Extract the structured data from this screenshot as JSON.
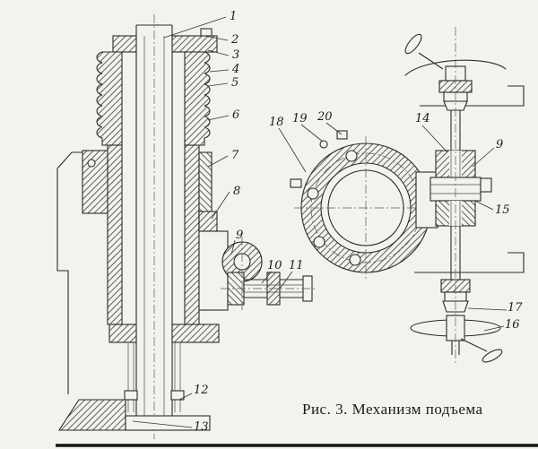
{
  "figure": {
    "caption": "Рис. 3. Механизм подъема"
  },
  "callouts": {
    "left": [
      "1",
      "2",
      "3",
      "4",
      "5",
      "6",
      "7",
      "8",
      "9",
      "10",
      "11",
      "12",
      "13"
    ],
    "right": [
      "18",
      "19",
      "20",
      "14",
      "9",
      "15",
      "17",
      "16"
    ]
  }
}
